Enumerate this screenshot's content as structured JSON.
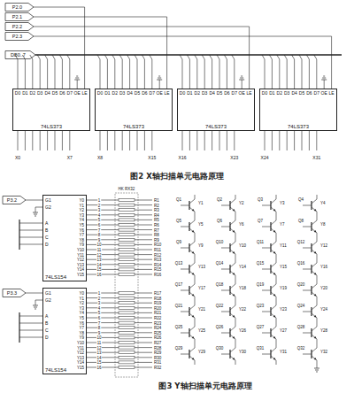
{
  "diagram": {
    "nodes": [
      {
        "text": [
          "74LS373"
        ]
      },
      {
        "text": [
          "74LS373"
        ]
      },
      {
        "text": [
          "74LS373"
        ]
      },
      {
        "text": [
          "74LS373"
        ]
      },
      {
        "text": [
          "74LS154"
        ]
      },
      {
        "text": [
          "74LS154"
        ]
      }
    ],
    "labels": [
      "P2.0",
      "P2.1",
      "P2.2",
      "P2.3",
      "DB0..7",
      "D0",
      "D1",
      "D2",
      "D3",
      "D4",
      "D5",
      "D6",
      "D7",
      "OE",
      "LE",
      "D0",
      "D1",
      "D2",
      "D3",
      "D4",
      "D5",
      "D6",
      "D7",
      "OE",
      "LE",
      "D0",
      "D1",
      "D2",
      "D3",
      "D4",
      "D5",
      "D6",
      "D7",
      "OE",
      "LE",
      "D0",
      "D1",
      "D2",
      "D3",
      "D4",
      "D5",
      "D6",
      "D7",
      "OE",
      "LE",
      "X0",
      "X7",
      "X8",
      "X15",
      "X16",
      "X23",
      "X24",
      "X31",
      "图2 X轴扫描单元电路原理",
      "P3.2",
      "P3.3",
      "G1",
      "G2",
      "A",
      "B",
      "C",
      "D",
      "Y0",
      "Y1",
      "Y2",
      "Y3",
      "Y4",
      "Y5",
      "Y6",
      "Y7",
      "Y8",
      "Y9",
      "Y10",
      "Y11",
      "Y12",
      "Y13",
      "Y14",
      "Y15",
      "1",
      "2",
      "3",
      "4",
      "5",
      "6",
      "7",
      "8",
      "9",
      "10",
      "11",
      "12",
      "13",
      "14",
      "15",
      "16",
      "G1",
      "G2",
      "A",
      "B",
      "C",
      "D",
      "Y0",
      "Y1",
      "Y2",
      "Y3",
      "Y4",
      "Y5",
      "Y6",
      "Y7",
      "Y8",
      "Y9",
      "Y10",
      "Y11",
      "Y12",
      "Y13",
      "Y14",
      "Y15",
      "1",
      "2",
      "3",
      "4",
      "5",
      "6",
      "7",
      "8",
      "9",
      "10",
      "11",
      "12",
      "13",
      "14",
      "15",
      "16",
      "HK RX32",
      "R1",
      "R2",
      "R3",
      "R4",
      "R5",
      "R6",
      "R7",
      "R8",
      "R9",
      "R10",
      "R11",
      "R12",
      "R13",
      "R14",
      "R15",
      "R16",
      "R17",
      "R18",
      "R19",
      "R20",
      "R21",
      "R22",
      "R23",
      "R24",
      "R25",
      "R26",
      "R27",
      "R28",
      "R29",
      "R30",
      "R31",
      "R32",
      "Q1",
      "Y1",
      "Q2",
      "Y2",
      "Q3",
      "Y3",
      "Q4",
      "Y4",
      "Q5",
      "Y5",
      "Q6",
      "Y6",
      "Q7",
      "Y7",
      "Q8",
      "Y8",
      "Q9",
      "Y9",
      "Q10",
      "Y10",
      "Q11",
      "Y11",
      "Q12",
      "Y12",
      "Q13",
      "Y13",
      "Q14",
      "Y14",
      "Q15",
      "Y15",
      "Q16",
      "Y16",
      "Q17",
      "Y17",
      "Q18",
      "Y18",
      "Q19",
      "Y19",
      "Q20",
      "Y20",
      "Q21",
      "Y21",
      "Q22",
      "Y22",
      "Q23",
      "Y23",
      "Q24",
      "Y24",
      "Q25",
      "Y25",
      "Q26",
      "Y26",
      "Q27",
      "Y27",
      "Q28",
      "Y28",
      "Q29",
      "Y29",
      "Q30",
      "Y30",
      "Q31",
      "Y31",
      "Q32",
      "Y32",
      "图3 Y轴扫描单元电路原理"
    ]
  }
}
